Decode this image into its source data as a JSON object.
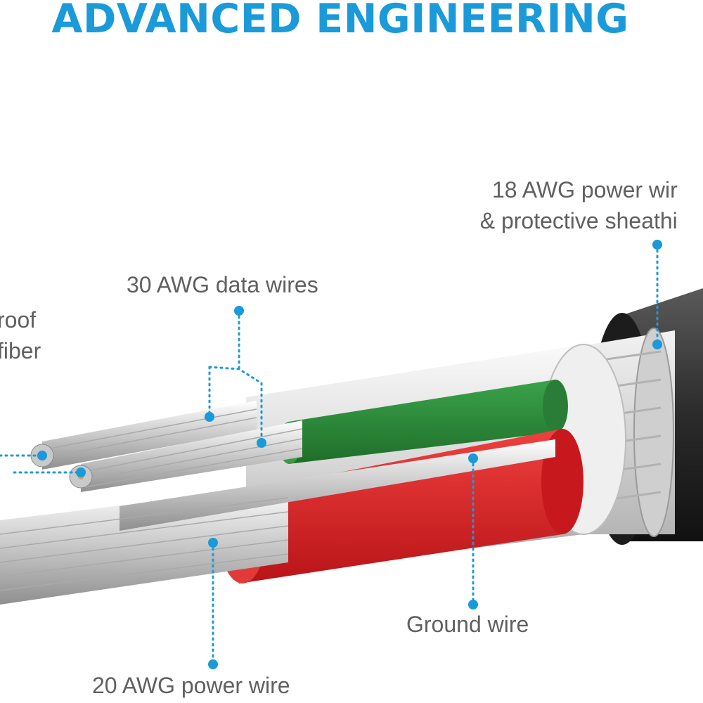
{
  "title": "ADVANCED ENGINEERING",
  "labels": {
    "power_18_line1": "18 AWG power wir",
    "power_18_line2": "& protective sheathi",
    "data_30": "30 AWG data wires",
    "fiber_line1": "roof",
    "fiber_line2": "fiber",
    "ground": "Ground wire",
    "power_20": "20 AWG power wire"
  },
  "colors": {
    "accent": "#1a9ad8",
    "label_text": "#606062",
    "green_insulation": "#2e8b3a",
    "red_insulation": "#e0262b",
    "jacket_dark": "#2a2a2a",
    "braid_silver": "#d8d8d8"
  }
}
